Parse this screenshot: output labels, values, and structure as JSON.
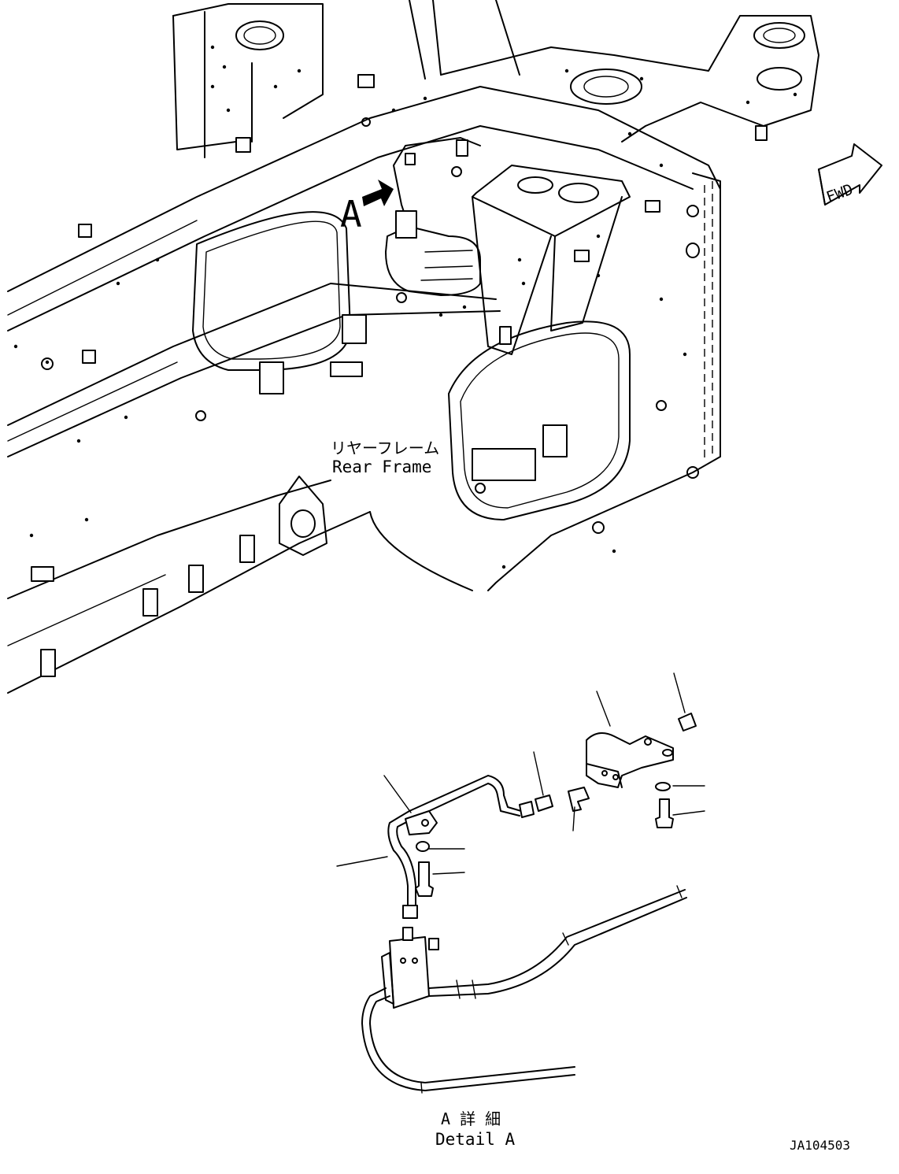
{
  "labels": {
    "view_marker": "A",
    "rear_frame_jp": "リヤーフレーム",
    "rear_frame_en": "Rear Frame",
    "detail_jp": "A 詳 細",
    "detail_en": "Detail A",
    "fwd": "FWD",
    "drawing_number": "JA104503"
  }
}
